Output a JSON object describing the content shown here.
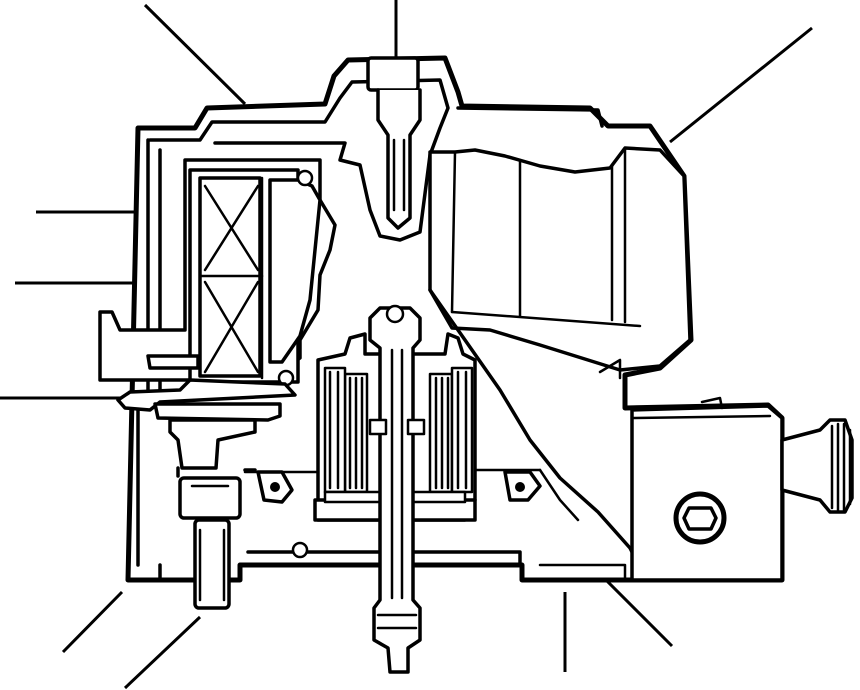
{
  "figure": {
    "type": "cross-section technical drawing",
    "colors": {
      "ink": "#000000",
      "paper": "#ffffff"
    },
    "leader_lines": [
      {
        "id": "top-left"
      },
      {
        "id": "top-center"
      },
      {
        "id": "top-right"
      },
      {
        "id": "left-upper"
      },
      {
        "id": "left-middle"
      },
      {
        "id": "left-lower"
      },
      {
        "id": "bottom-left-outer"
      },
      {
        "id": "bottom-left-inner"
      },
      {
        "id": "bottom-center"
      },
      {
        "id": "bottom-right"
      }
    ]
  }
}
